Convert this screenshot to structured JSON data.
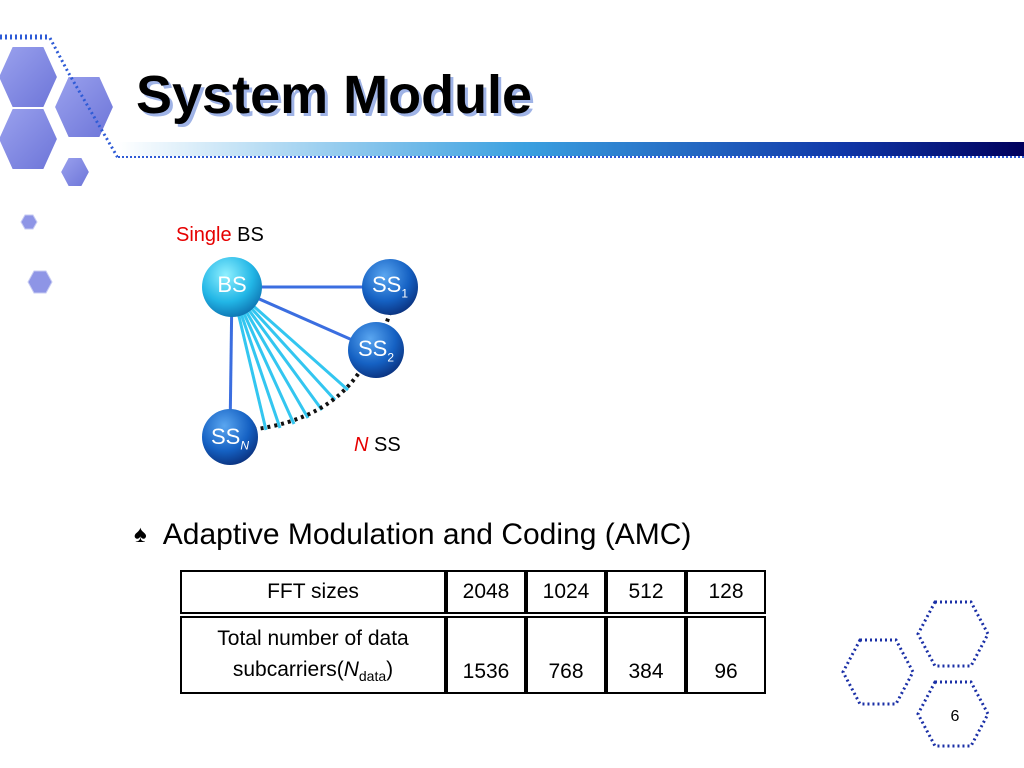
{
  "slide": {
    "title": "System Module",
    "page_number": "6"
  },
  "diagram": {
    "caption_single": "Single",
    "caption_bs": "BS",
    "bs_label": "BS",
    "ss1_label": "SS",
    "ss1_sub": "1",
    "ss2_label": "SS",
    "ss2_sub": "2",
    "ssn_label": "SS",
    "ssn_sub": "N",
    "n_ss_n": "N",
    "n_ss_ss": "SS"
  },
  "bullet": {
    "symbol": "♠",
    "text": "Adaptive Modulation and Coding (AMC)"
  },
  "table": {
    "header_label": "FFT sizes",
    "fft_sizes": [
      "2048",
      "1024",
      "512",
      "128"
    ],
    "row_label_line1": "Total number of data",
    "row_label_line2_a": "subcarriers(",
    "row_label_n": "N",
    "row_label_sub": "data",
    "row_label_close": ")",
    "subcarriers": [
      "1536",
      "768",
      "384",
      "96"
    ]
  },
  "colors": {
    "hex_fill": "#8e95e6",
    "title_bar_dark": "#00005c",
    "node_blue": "#1a6fc9",
    "link_blue": "#3b6ee0",
    "fan_cyan": "#33c6f0"
  }
}
